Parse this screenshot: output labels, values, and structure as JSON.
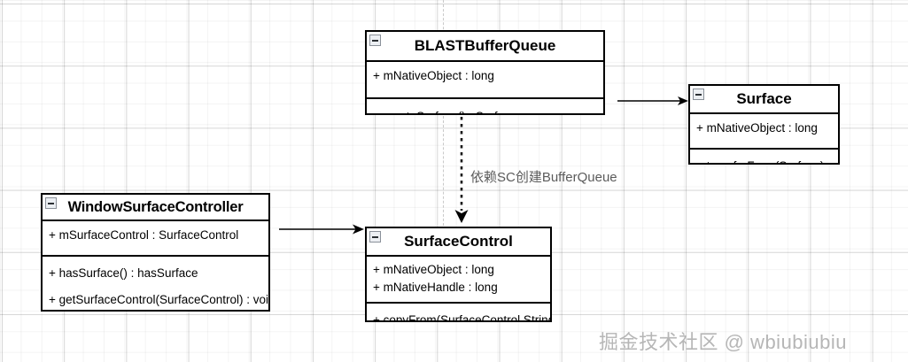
{
  "diagram": {
    "type": "uml-class-diagram",
    "classes": [
      {
        "id": "blastbufferqueue",
        "name": "BLASTBufferQueue",
        "collapse_icon": "collapse-minus-icon",
        "attributes": [
          "+ mNativeObject : long"
        ],
        "operations": [
          "+ createSurface() : Surface"
        ]
      },
      {
        "id": "surface",
        "name": "Surface",
        "collapse_icon": "collapse-minus-icon",
        "attributes": [
          "+ mNativeObject : long"
        ],
        "operations": [
          "+ transferFrom(Surface) : vo"
        ]
      },
      {
        "id": "windowsurfacecontroller",
        "name": "WindowSurfaceController",
        "collapse_icon": "collapse-minus-icon",
        "attributes": [
          "+ mSurfaceControl : SurfaceControl"
        ],
        "operations": [
          "+ hasSurface() : hasSurface",
          "+ getSurfaceControl(SurfaceControl) : void"
        ]
      },
      {
        "id": "surfacecontrol",
        "name": "SurfaceControl",
        "collapse_icon": "collapse-minus-icon",
        "attributes": [
          "+ mNativeObject : long",
          "+ mNativeHandle : long"
        ],
        "operations": [
          "+ copyFrom(SurfaceControl,String)"
        ]
      }
    ],
    "connectors": [
      {
        "id": "blast-to-surface",
        "from": "blastbufferqueue",
        "to": "surface",
        "style": "solid-arrow",
        "label": ""
      },
      {
        "id": "wsc-to-surfacecontrol",
        "from": "windowsurfacecontroller",
        "to": "surfacecontrol",
        "style": "solid-arrow",
        "label": ""
      },
      {
        "id": "blast-depends-surfacecontrol",
        "from": "blastbufferqueue",
        "to": "surfacecontrol",
        "style": "dashed-arrow",
        "label": "依赖SC创建BufferQueue"
      }
    ],
    "watermark": "掘金技术社区 @ wbiubiubiu",
    "colors": {
      "stroke": "#000000",
      "background": "#ffffff",
      "grid_minor": "#f2f2f2",
      "grid_major": "#d8d8d8",
      "label_text": "#5b5b5b",
      "watermark_text": "#b6b6b6"
    }
  }
}
